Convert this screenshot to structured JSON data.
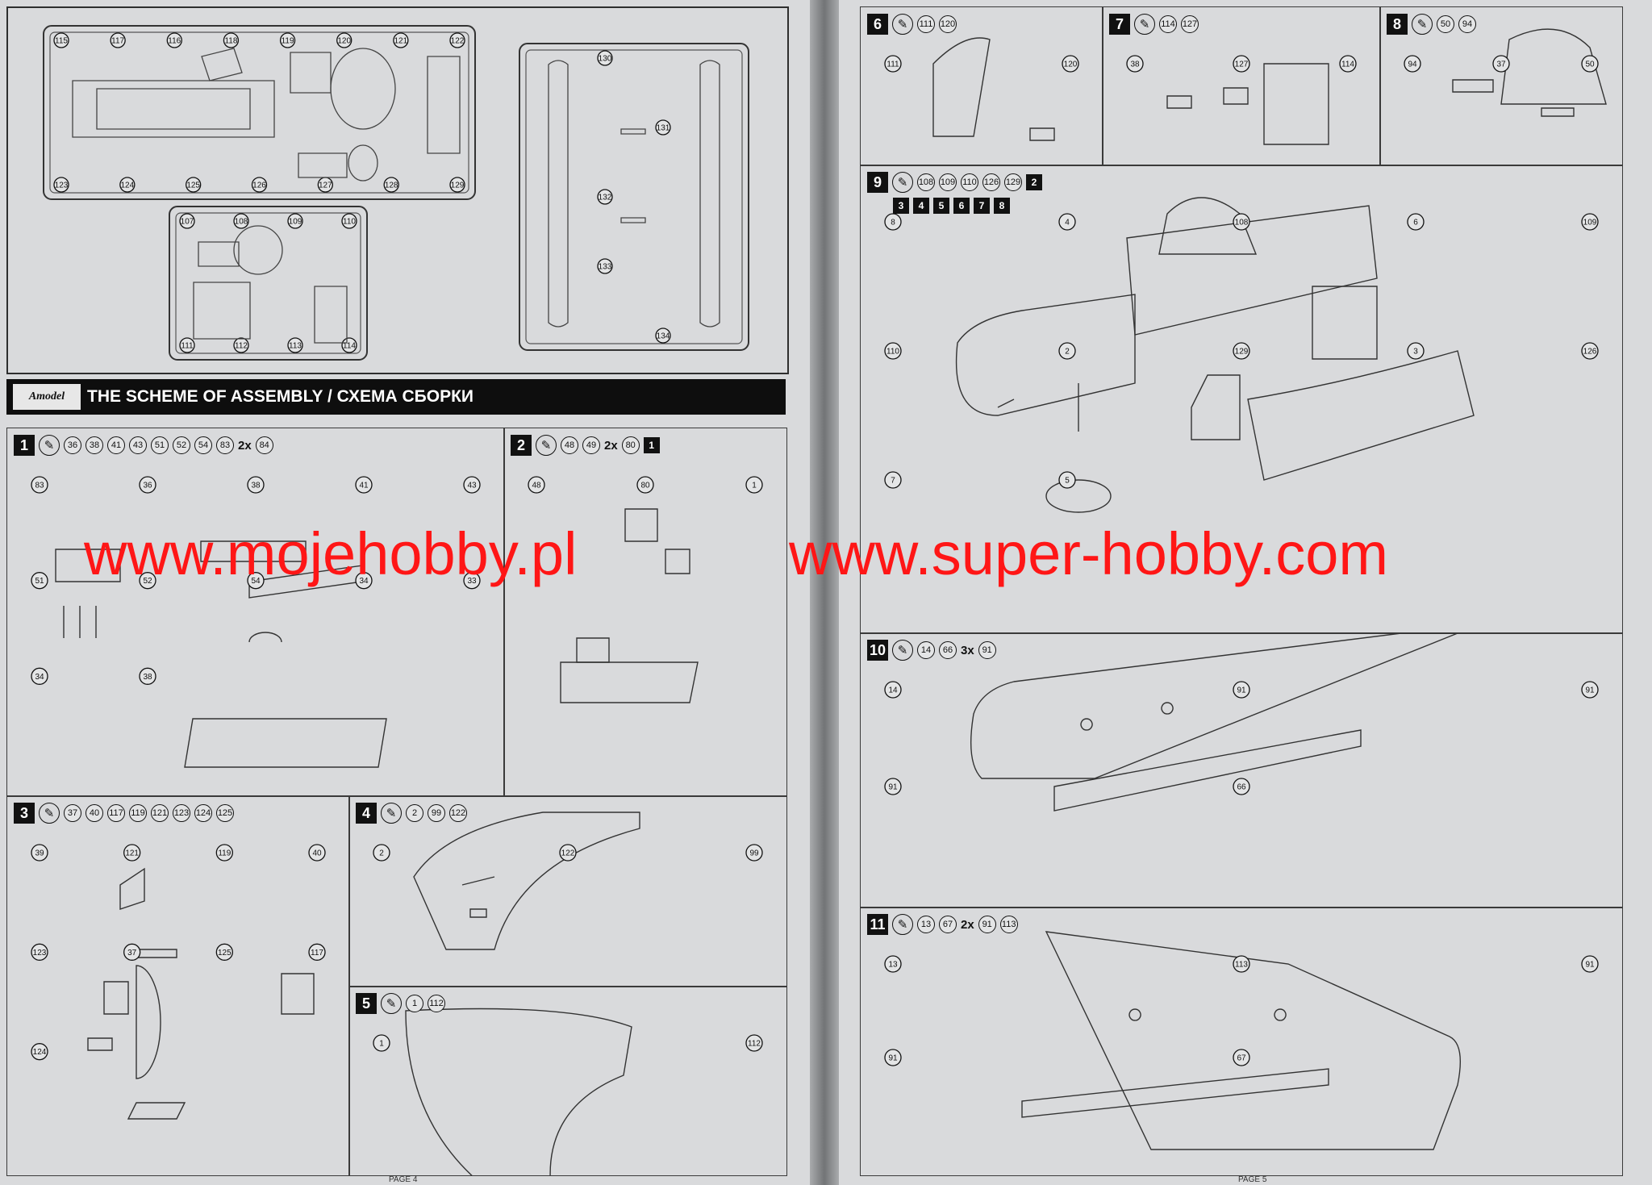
{
  "banner": {
    "logo_text": "Amodel",
    "title": "THE SCHEME OF ASSEMBLY / СХЕМА СБОРКИ"
  },
  "pages": {
    "left": "PAGE 4",
    "right": "PAGE 5"
  },
  "glue_icon": "glue-tube-icon",
  "watermarks": [
    "www.mojehobby.pl",
    "www.super-hobby.com"
  ],
  "sprue_parts": {
    "sprue_a": [
      "115",
      "117",
      "116",
      "118",
      "119",
      "120",
      "121",
      "122",
      "123",
      "124",
      "125",
      "126",
      "127",
      "128",
      "129"
    ],
    "sprue_b": [
      "107",
      "108",
      "109",
      "110",
      "111",
      "112",
      "113",
      "114"
    ],
    "sprue_c": [
      "130",
      "131",
      "132",
      "133",
      "134"
    ]
  },
  "steps": [
    {
      "id": "1",
      "head": [
        {
          "t": "c",
          "v": "36"
        },
        {
          "t": "c",
          "v": "38"
        },
        {
          "t": "c",
          "v": "41"
        },
        {
          "t": "c",
          "v": "43"
        },
        {
          "t": "c",
          "v": "51"
        },
        {
          "t": "c",
          "v": "52"
        },
        {
          "t": "c",
          "v": "54"
        },
        {
          "t": "c",
          "v": "83"
        },
        {
          "t": "m",
          "v": "2x"
        },
        {
          "t": "c",
          "v": "84"
        }
      ],
      "labels": [
        "83",
        "36",
        "38",
        "41",
        "43",
        "51",
        "52",
        "54",
        "34",
        "33",
        "34",
        "38"
      ]
    },
    {
      "id": "2",
      "head": [
        {
          "t": "c",
          "v": "48"
        },
        {
          "t": "c",
          "v": "49"
        },
        {
          "t": "m",
          "v": "2x"
        },
        {
          "t": "c",
          "v": "80"
        },
        {
          "t": "s",
          "v": "1"
        }
      ],
      "labels": [
        "48",
        "80",
        "1"
      ]
    },
    {
      "id": "3",
      "head": [
        {
          "t": "c",
          "v": "37"
        },
        {
          "t": "c",
          "v": "40"
        },
        {
          "t": "c",
          "v": "117"
        },
        {
          "t": "c",
          "v": "119"
        },
        {
          "t": "c",
          "v": "121"
        },
        {
          "t": "c",
          "v": "123"
        },
        {
          "t": "c",
          "v": "124"
        },
        {
          "t": "c",
          "v": "125"
        }
      ],
      "labels": [
        "39",
        "121",
        "119",
        "40",
        "123",
        "37",
        "125",
        "117",
        "124"
      ]
    },
    {
      "id": "4",
      "head": [
        {
          "t": "c",
          "v": "2"
        },
        {
          "t": "c",
          "v": "99"
        },
        {
          "t": "c",
          "v": "122"
        }
      ],
      "labels": [
        "2",
        "122",
        "99"
      ]
    },
    {
      "id": "5",
      "head": [
        {
          "t": "c",
          "v": "1"
        },
        {
          "t": "c",
          "v": "112"
        }
      ],
      "labels": [
        "1",
        "112"
      ]
    },
    {
      "id": "6",
      "head": [
        {
          "t": "c",
          "v": "111"
        },
        {
          "t": "c",
          "v": "120"
        }
      ],
      "labels": [
        "111",
        "120"
      ]
    },
    {
      "id": "7",
      "head": [
        {
          "t": "c",
          "v": "114"
        },
        {
          "t": "c",
          "v": "127"
        }
      ],
      "labels": [
        "38",
        "127",
        "114"
      ]
    },
    {
      "id": "8",
      "head": [
        {
          "t": "c",
          "v": "50"
        },
        {
          "t": "c",
          "v": "94"
        }
      ],
      "labels": [
        "94",
        "37",
        "50"
      ]
    },
    {
      "id": "9",
      "head": [
        {
          "t": "c",
          "v": "108"
        },
        {
          "t": "c",
          "v": "109"
        },
        {
          "t": "c",
          "v": "110"
        },
        {
          "t": "c",
          "v": "126"
        },
        {
          "t": "c",
          "v": "129"
        },
        {
          "t": "s",
          "v": "2"
        }
      ],
      "head2": [
        "3",
        "4",
        "5",
        "6",
        "7",
        "8"
      ],
      "labels": [
        "8",
        "4",
        "108",
        "6",
        "109",
        "110",
        "2",
        "129",
        "3",
        "126",
        "7",
        "5"
      ]
    },
    {
      "id": "10",
      "head": [
        {
          "t": "c",
          "v": "14"
        },
        {
          "t": "c",
          "v": "66"
        },
        {
          "t": "m",
          "v": "3x"
        },
        {
          "t": "c",
          "v": "91"
        }
      ],
      "labels": [
        "14",
        "91",
        "91",
        "91",
        "66"
      ]
    },
    {
      "id": "11",
      "head": [
        {
          "t": "c",
          "v": "13"
        },
        {
          "t": "c",
          "v": "67"
        },
        {
          "t": "m",
          "v": "2x"
        },
        {
          "t": "c",
          "v": "91"
        },
        {
          "t": "c",
          "v": "113"
        }
      ],
      "labels": [
        "13",
        "113",
        "91",
        "91",
        "67"
      ]
    }
  ]
}
